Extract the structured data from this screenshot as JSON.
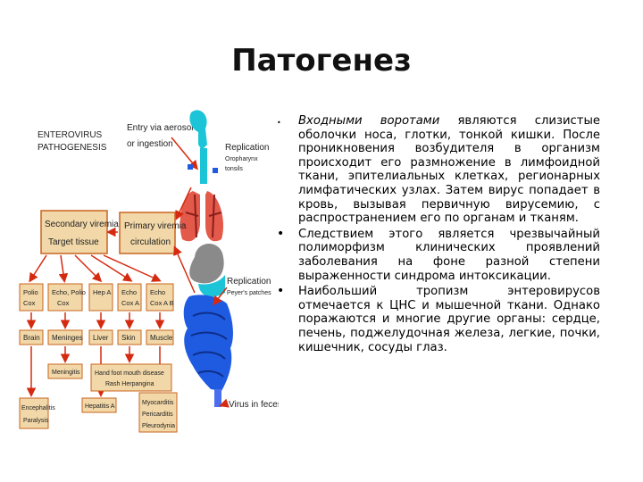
{
  "slide": {
    "title": "Патогенез",
    "bullets": [
      {
        "marker": "•",
        "prefix": "",
        "emph": "Входными воротами",
        "text": " являются слизистые оболочки носа, глотки, тонкой кишки. После проникновения возбудителя в организм происходит его размножение в лимфоидной ткани, эпителиальных клетках, регионарных лимфатических узлах. Затем вирус попадает в кровь, вызывая первичную вирусемию, с распространением его по органам и тканям."
      },
      {
        "marker": "•",
        "prefix": "",
        "emph": "",
        "text": "Следствием этого является чрезвычайный полиморфизм клинических проявлений заболевания на фоне разной степени выраженности синдрома интоксикации."
      },
      {
        "marker": "•",
        "prefix": "",
        "emph": "",
        "text": "Наибольший тропизм энтеровирусов отмечается к ЦНС и мышечной ткани. Однако поражаются и многие другие органы: сердце, печень, поджелудочная железа, легкие, почки, кишечник, сосуды глаз."
      }
    ]
  },
  "diagram": {
    "heading": [
      "ENTEROVIRUS",
      "PATHOGENESIS"
    ],
    "entry": [
      "Entry via aerosol",
      "or ingestion"
    ],
    "replication1": [
      "Replication",
      "Oropharynx",
      "tonsils"
    ],
    "replication2": [
      "Replication",
      "Peyer's patches"
    ],
    "secondary": [
      "Secondary viremia",
      "Target tissue"
    ],
    "primary": [
      "Primary viremia",
      "circulation"
    ],
    "viruses": [
      "Polio Cox",
      "Echo, Polio Cox",
      "Hep A",
      "Echo Cox A",
      "Echo Cox A B"
    ],
    "tissues": [
      "Brain",
      "Meninges",
      "Liver",
      "Skin",
      "Muscle"
    ],
    "meningitis": "Meningitis",
    "hfmd": [
      "Hand foot mouth disease",
      "Rash Herpangina"
    ],
    "enceph": [
      "Encephalitis",
      "Paralysis"
    ],
    "hepatitis": "Hepatitis A",
    "myo": [
      "Myocarditis",
      "Pericarditis",
      "Pleurodynia"
    ],
    "feces": [
      "Virus in feces"
    ],
    "colors": {
      "box": "#f2d8a8",
      "arrow": "#d62a10",
      "box_border": "#c8641e",
      "gut": "#1f5be0",
      "cyan": "#1cc4d8"
    }
  }
}
